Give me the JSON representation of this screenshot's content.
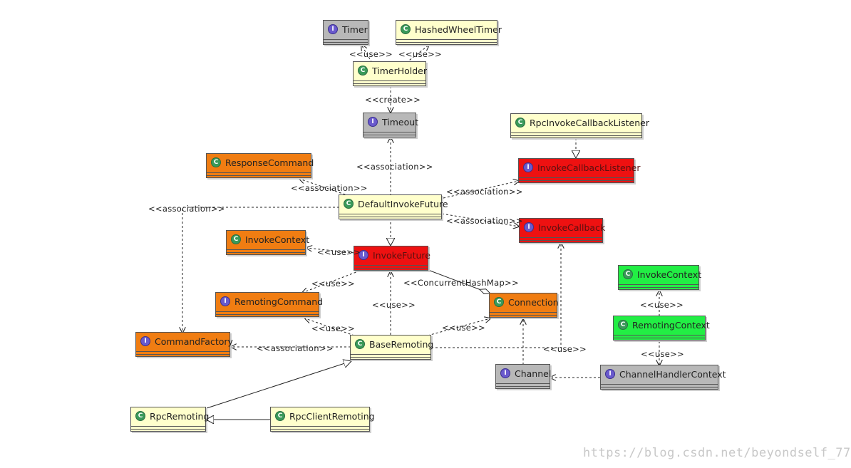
{
  "nodes": [
    {
      "id": "timer",
      "label": "Timer",
      "kind": "interface",
      "color": "gray"
    },
    {
      "id": "hashedwheeltimer",
      "label": "HashedWheelTimer",
      "kind": "class",
      "color": "yellow"
    },
    {
      "id": "timerholder",
      "label": "TimerHolder",
      "kind": "class",
      "color": "yellow"
    },
    {
      "id": "timeout",
      "label": "Timeout",
      "kind": "interface",
      "color": "gray"
    },
    {
      "id": "rpcinvokecallbacklistener",
      "label": "RpcInvokeCallbackListener",
      "kind": "class",
      "color": "yellow"
    },
    {
      "id": "responsecommand",
      "label": "ResponseCommand",
      "kind": "class",
      "color": "orange"
    },
    {
      "id": "invokecallbacklistener",
      "label": "InvokeCallbackListener",
      "kind": "interface",
      "color": "red"
    },
    {
      "id": "defaultinvokefuture",
      "label": "DefaultInvokeFuture",
      "kind": "class",
      "color": "yellow"
    },
    {
      "id": "invokecallback",
      "label": "InvokeCallback",
      "kind": "interface",
      "color": "red"
    },
    {
      "id": "invokecontext-orange",
      "label": "InvokeContext",
      "kind": "class",
      "color": "orange"
    },
    {
      "id": "invokefuture",
      "label": "InvokeFuture",
      "kind": "interface",
      "color": "red"
    },
    {
      "id": "invokecontext-green",
      "label": "InvokeContext",
      "kind": "class",
      "color": "green"
    },
    {
      "id": "remotingcommand",
      "label": "RemotingCommand",
      "kind": "interface",
      "color": "orange"
    },
    {
      "id": "connection",
      "label": "Connection",
      "kind": "class",
      "color": "orange"
    },
    {
      "id": "remotingcontext",
      "label": "RemotingContext",
      "kind": "class",
      "color": "green"
    },
    {
      "id": "commandfactory",
      "label": "CommandFactory",
      "kind": "interface",
      "color": "orange"
    },
    {
      "id": "baseremoting",
      "label": "BaseRemoting",
      "kind": "class",
      "color": "yellow"
    },
    {
      "id": "channel",
      "label": "Channel",
      "kind": "interface",
      "color": "gray"
    },
    {
      "id": "channelhandlercontext",
      "label": "ChannelHandlerContext",
      "kind": "interface",
      "color": "gray"
    },
    {
      "id": "rpcremoting",
      "label": "RpcRemoting",
      "kind": "class",
      "color": "yellow"
    },
    {
      "id": "rpcclientremoting",
      "label": "RpcClientRemoting",
      "kind": "class",
      "color": "yellow"
    }
  ],
  "edge_labels": [
    {
      "id": "use-timer",
      "text": "<<use>>"
    },
    {
      "id": "use-hashed",
      "text": "<<use>>"
    },
    {
      "id": "create",
      "text": "<<create>>"
    },
    {
      "id": "assoc-timeout",
      "text": "<<association>>"
    },
    {
      "id": "assoc-response",
      "text": "<<association>>"
    },
    {
      "id": "assoc-listener",
      "text": "<<association>>"
    },
    {
      "id": "assoc-commandfactory-top",
      "text": "<<association>>"
    },
    {
      "id": "assoc-callback",
      "text": "<<association>>"
    },
    {
      "id": "use-invokecontext",
      "text": "<<use>>"
    },
    {
      "id": "use-remotingcommand",
      "text": "<<use>>"
    },
    {
      "id": "concurrenthashmap",
      "text": "<<ConcurrentHashMap>>"
    },
    {
      "id": "use-invokefuture",
      "text": "<<use>>"
    },
    {
      "id": "use-remotingcommand-2",
      "text": "<<use>>"
    },
    {
      "id": "use-connection",
      "text": "<<use>>"
    },
    {
      "id": "assoc-commandfactory",
      "text": "<<association>>"
    },
    {
      "id": "use-invokecallback",
      "text": "<<use>>"
    },
    {
      "id": "use-green-invokecontext",
      "text": "<<use>>"
    },
    {
      "id": "use-channelhandlercontext",
      "text": "<<use>>"
    }
  ],
  "badges": {
    "class": "C",
    "interface": "I"
  },
  "colors": {
    "yellow": "#ffffcc",
    "gray": "#b8b8b8",
    "orange": "#f07d12",
    "red": "#ee1111",
    "green": "#22ee44"
  },
  "watermark": "https://blog.csdn.net/beyondself_77"
}
